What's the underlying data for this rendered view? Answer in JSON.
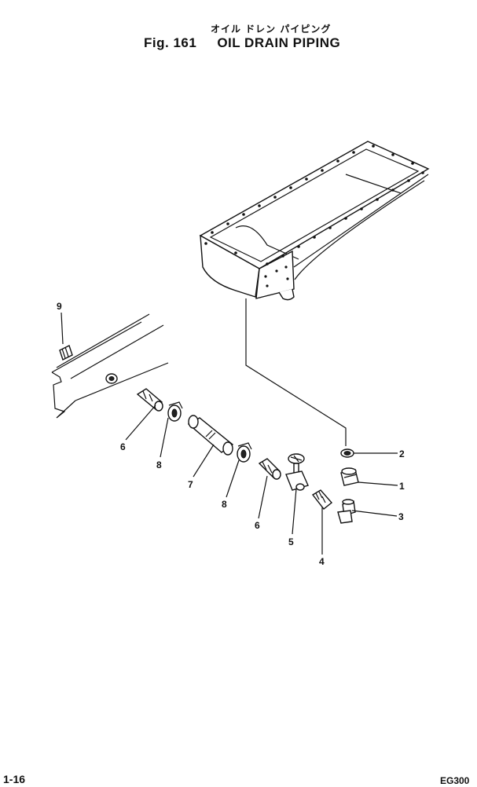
{
  "header": {
    "title_jp": "オイル ドレン パイピング",
    "fig_label": "Fig. 161",
    "title_en": "OIL DRAIN PIPING"
  },
  "callouts": {
    "c1": "1",
    "c2": "2",
    "c3": "3",
    "c4": "4",
    "c5": "5",
    "c6a": "6",
    "c6b": "6",
    "c7": "7",
    "c8a": "8",
    "c8b": "8",
    "c9": "9"
  },
  "footer": {
    "page_number": "1-16",
    "model": "EG300"
  }
}
